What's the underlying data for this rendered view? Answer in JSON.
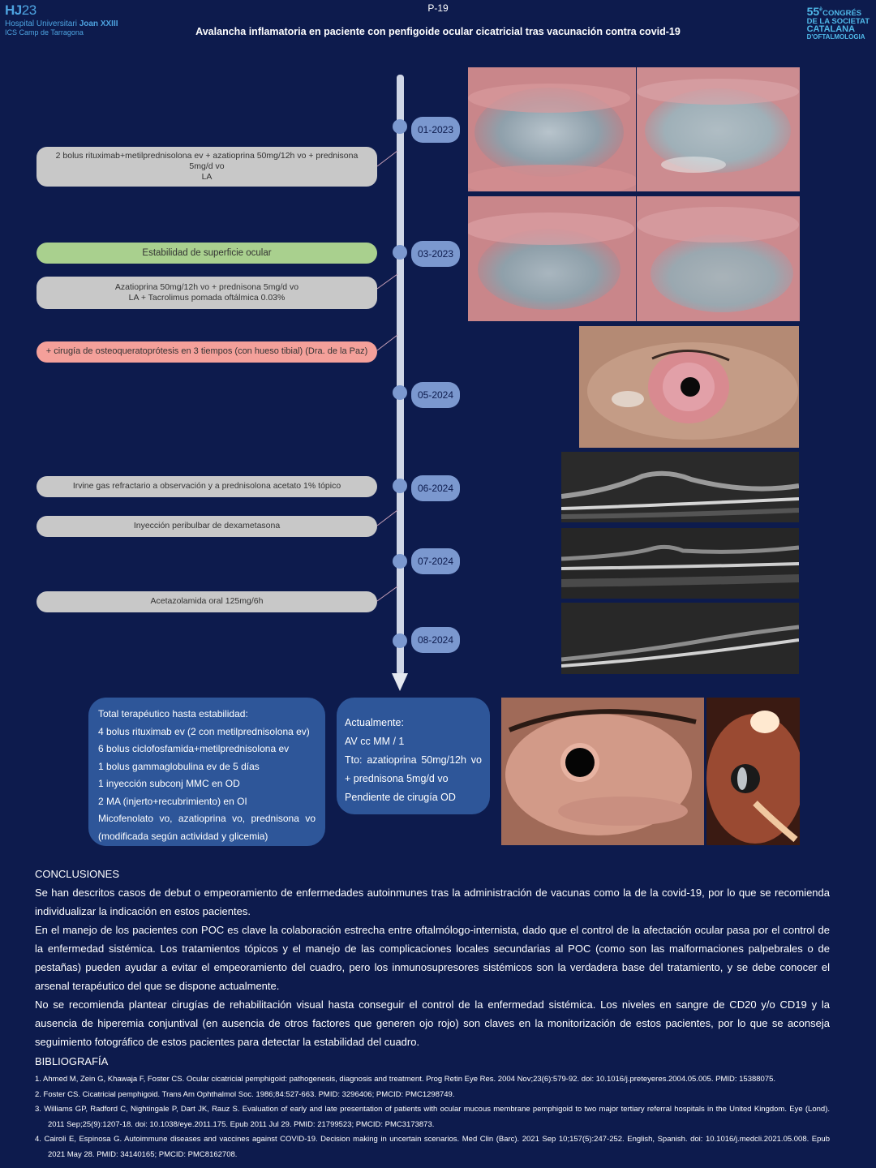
{
  "header": {
    "logo_hj": "HJ",
    "logo_num": "23",
    "hospital_prefix": "Hospital Universitari",
    "hospital_name": "Joan XXIII",
    "hospital_sub": "ICS Camp de Tarragona",
    "poster_id": "P-19",
    "title": "Avalancha inflamatoria en paciente con penfigoide ocular cicatricial tras vacunación contra covid-19",
    "congress_num": "55",
    "congress_sup": "è",
    "congress_l1": "CONGRÉS",
    "congress_l2": "DE LA SOCIETAT",
    "congress_l3": "CATALANA",
    "congress_l4": "D'OFTALMOLOGIA"
  },
  "timeline": {
    "dates": [
      "01-2023",
      "03-2023",
      "05-2024",
      "06-2024",
      "07-2024",
      "08-2024"
    ],
    "events": [
      "2 bolus rituximab+metilprednisolona ev + azatioprina 50mg/12h vo + prednisona 5mg/d vo\nLA",
      "Estabilidad de superficie ocular",
      "Azatioprina 50mg/12h vo + prednisona 5mg/d vo\nLA + Tacrolimus pomada oftálmica 0.03%",
      "+ cirugía de osteoqueratoprótesis en 3 tiempos (con hueso tibial) (Dra. de la Paz)",
      "Irvine gas refractario a observación y a prednisolona acetato 1% tópico",
      "Inyección peribulbar de dexametasona",
      "Acetazolamida oral 125mg/6h"
    ]
  },
  "summary": {
    "total": [
      "Total terapéutico hasta estabilidad:",
      "4 bolus rituximab ev (2 con metilprednisolona ev)",
      "6 bolus ciclofosfamida+metilprednisolona ev",
      "1 bolus gammaglobulina ev de 5 días",
      "1 inyección subconj MMC en OD",
      "2 MA (injerto+recubrimiento) en OI",
      "Micofenolato vo, azatioprina vo, prednisona vo (modificada según actividad y glicemia)"
    ],
    "current": [
      "Actualmente:",
      "AV cc MM / 1",
      "Tto: azatioprina 50mg/12h vo + prednisona 5mg/d vo",
      "Pendiente de cirugía OD"
    ]
  },
  "conclusions": {
    "heading": "CONCLUSIONES",
    "p1": "Se han descritos casos de debut o empeoramiento de enfermedades autoinmunes tras la administración de vacunas como la de la covid-19, por lo que se recomienda individualizar la indicación en estos pacientes.",
    "p2": "En el manejo de los pacientes con POC es clave la colaboración estrecha entre oftalmólogo-internista, dado que el control de la afectación ocular pasa por el control de la enfermedad sistémica. Los tratamientos tópicos y el manejo de las complicaciones locales secundarias al POC (como son las malformaciones palpebrales o de pestañas) pueden ayudar a evitar el empeoramiento del cuadro, pero los inmunosupresores sistémicos son la verdadera base del tratamiento, y se debe conocer el arsenal terapéutico del que se dispone actualmente.",
    "p3": "No se recomienda plantear cirugías de rehabilitación visual hasta conseguir el control de la enfermedad sistémica. Los niveles en sangre de CD20 y/o CD19 y la ausencia de hiperemia conjuntival (en ausencia de otros factores que generen ojo rojo) son claves en la monitorización de estos pacientes, por lo que se aconseja seguimiento fotográfico de estos pacientes para detectar la estabilidad del cuadro."
  },
  "bibliography": {
    "heading": "BIBLIOGRAFÍA",
    "items": [
      "1. Ahmed M, Zein G, Khawaja F, Foster CS. Ocular cicatricial pemphigoid: pathogenesis, diagnosis and treatment. Prog Retin Eye Res. 2004 Nov;23(6):579-92. doi: 10.1016/j.preteyeres.2004.05.005. PMID: 15388075.",
      "2.   Foster CS. Cicatricial pemphigoid. Trans Am Ophthalmol Soc. 1986;84:527-663. PMID: 3296406; PMCID: PMC1298749.",
      "3.   Williams GP, Radford C, Nightingale P, Dart JK, Rauz S. Evaluation of early and late presentation of patients with ocular mucous membrane pemphigoid to two major tertiary referral hospitals in the United Kingdom. Eye (Lond). 2011 Sep;25(9):1207-18. doi: 10.1038/eye.2011.175. Epub 2011 Jul 29. PMID: 21799523; PMCID: PMC3173873.",
      "4.   Cairoli E, Espinosa G. Autoimmune diseases and vaccines against COVID-19. Decision making in uncertain scenarios. Med Clin (Barc). 2021 Sep 10;157(5):247-252. English, Spanish. doi: 10.1016/j.medcli.2021.05.008. Epub 2021 May 28. PMID: 34140165; PMCID: PMC8162708."
    ]
  }
}
